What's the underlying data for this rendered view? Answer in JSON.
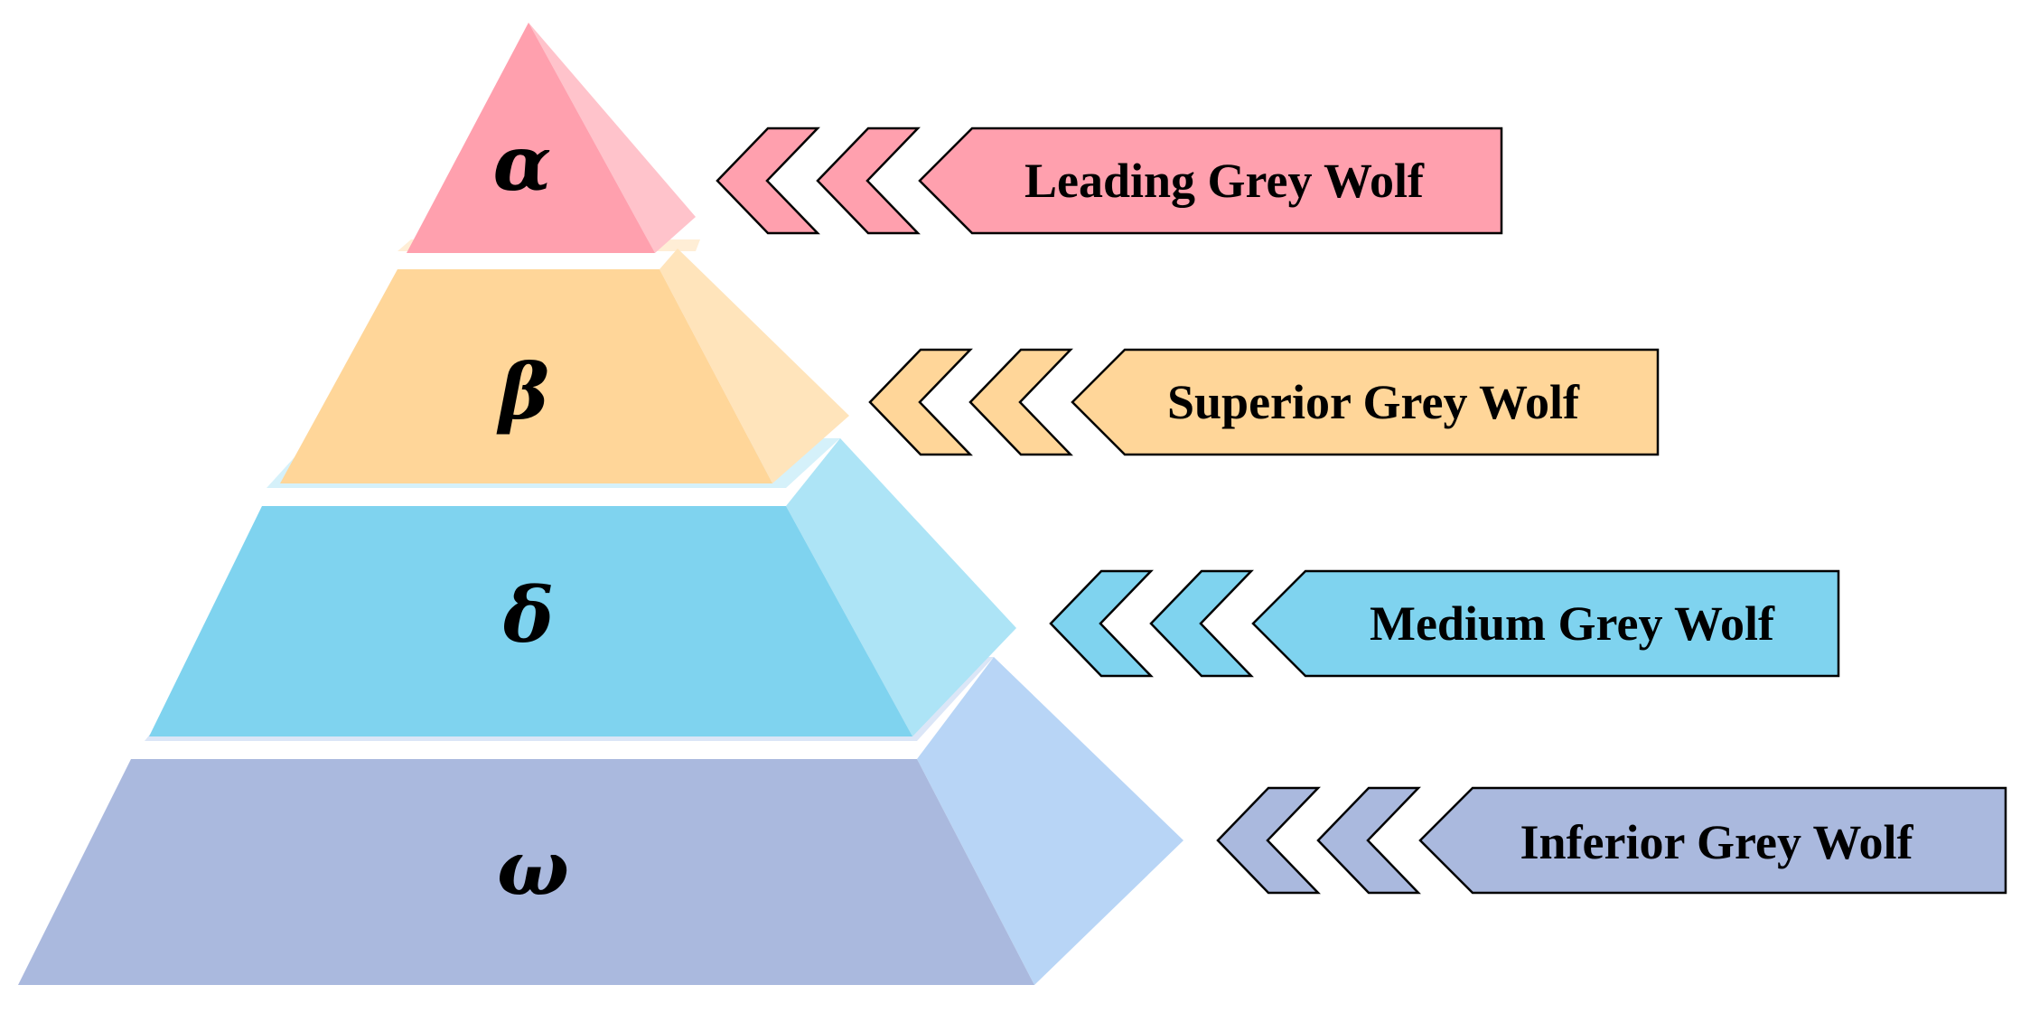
{
  "levels": [
    {
      "symbol": "α",
      "label": "Leading Grey Wolf",
      "colors": {
        "front": "#ffa0ae",
        "side": "#ffc3cb",
        "band": "#ffd7dc"
      }
    },
    {
      "symbol": "β",
      "label": "Superior Grey Wolf",
      "colors": {
        "front": "#ffd699",
        "side": "#ffe4bb",
        "band": "#ffeed6"
      }
    },
    {
      "symbol": "δ",
      "label": "Medium Grey Wolf",
      "colors": {
        "front": "#7fd3ef",
        "side": "#ade4f6",
        "band": "#d5f1fa"
      }
    },
    {
      "symbol": "ω",
      "label": "Inferior Grey Wolf",
      "colors": {
        "front": "#aab9de",
        "side": "#b8d5f6",
        "band": "#dbe6f7"
      }
    }
  ]
}
